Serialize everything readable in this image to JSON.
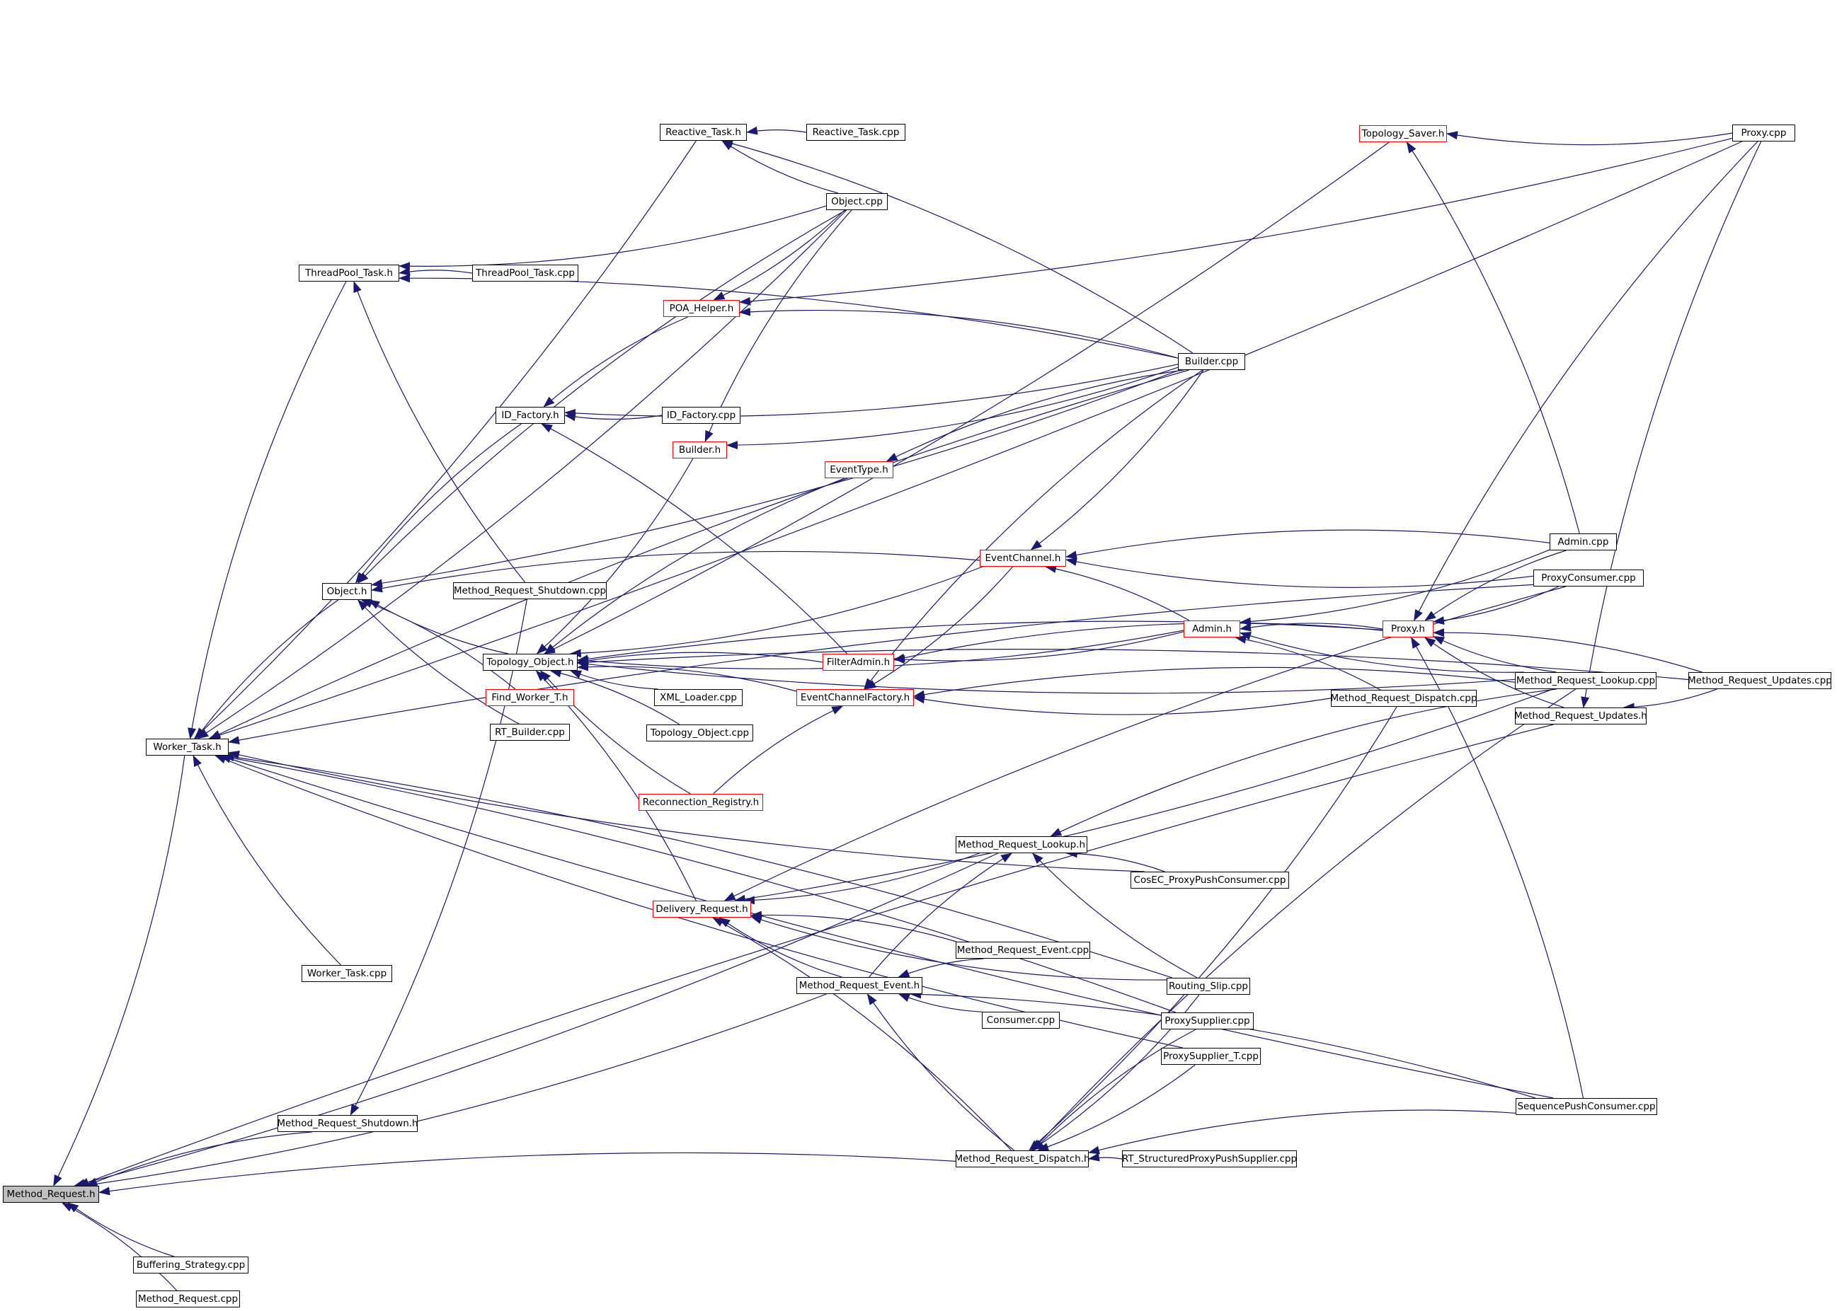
{
  "colors": {
    "edge": "#191970",
    "node_border": "#000000",
    "incomplete_border": "#ff0000",
    "root_fill": "#bfbfbf"
  },
  "nodes": [
    {
      "id": "method_request_h",
      "label": "Method_Request.h",
      "style": "root"
    },
    {
      "id": "buffering_strategy_cpp",
      "label": "Buffering_Strategy.cpp",
      "style": "normal"
    },
    {
      "id": "method_request_cpp",
      "label": "Method_Request.cpp",
      "style": "normal"
    },
    {
      "id": "worker_task_h",
      "label": "Worker_Task.h",
      "style": "normal"
    },
    {
      "id": "worker_task_cpp",
      "label": "Worker_Task.cpp",
      "style": "normal"
    },
    {
      "id": "method_request_shutdown_h",
      "label": "Method_Request_Shutdown.h",
      "style": "normal"
    },
    {
      "id": "method_request_shutdown_cpp",
      "label": "Method_Request_Shutdown.cpp",
      "style": "normal"
    },
    {
      "id": "threadpool_task_h",
      "label": "ThreadPool_Task.h",
      "style": "normal"
    },
    {
      "id": "threadpool_task_cpp",
      "label": "ThreadPool_Task.cpp",
      "style": "normal"
    },
    {
      "id": "reactive_task_h",
      "label": "Reactive_Task.h",
      "style": "normal"
    },
    {
      "id": "reactive_task_cpp",
      "label": "Reactive_Task.cpp",
      "style": "normal"
    },
    {
      "id": "object_cpp",
      "label": "Object.cpp",
      "style": "normal"
    },
    {
      "id": "object_h",
      "label": "Object.h",
      "style": "normal"
    },
    {
      "id": "id_factory_h",
      "label": "ID_Factory.h",
      "style": "normal"
    },
    {
      "id": "id_factory_cpp",
      "label": "ID_Factory.cpp",
      "style": "normal"
    },
    {
      "id": "poa_helper_h",
      "label": "POA_Helper.h",
      "style": "red"
    },
    {
      "id": "builder_h",
      "label": "Builder.h",
      "style": "red"
    },
    {
      "id": "builder_cpp",
      "label": "Builder.cpp",
      "style": "normal"
    },
    {
      "id": "eventtype_h",
      "label": "EventType.h",
      "style": "red"
    },
    {
      "id": "topology_saver_h",
      "label": "Topology_Saver.h",
      "style": "red"
    },
    {
      "id": "proxy_cpp",
      "label": "Proxy.cpp",
      "style": "normal"
    },
    {
      "id": "topology_object_h",
      "label": "Topology_Object.h",
      "style": "normal"
    },
    {
      "id": "find_worker_t_h",
      "label": "Find_Worker_T.h",
      "style": "red"
    },
    {
      "id": "rt_builder_cpp",
      "label": "RT_Builder.cpp",
      "style": "normal"
    },
    {
      "id": "xml_loader_cpp",
      "label": "XML_Loader.cpp",
      "style": "normal"
    },
    {
      "id": "topology_object_cpp",
      "label": "Topology_Object.cpp",
      "style": "normal"
    },
    {
      "id": "reconnection_registry_h",
      "label": "Reconnection_Registry.h",
      "style": "red"
    },
    {
      "id": "eventchannel_h",
      "label": "EventChannel.h",
      "style": "red"
    },
    {
      "id": "eventchannelfactory_h",
      "label": "EventChannelFactory.h",
      "style": "red"
    },
    {
      "id": "filteradmin_h",
      "label": "FilterAdmin.h",
      "style": "red"
    },
    {
      "id": "admin_h",
      "label": "Admin.h",
      "style": "red"
    },
    {
      "id": "proxy_h",
      "label": "Proxy.h",
      "style": "red"
    },
    {
      "id": "admin_cpp",
      "label": "Admin.cpp",
      "style": "normal"
    },
    {
      "id": "proxyconsumer_cpp",
      "label": "ProxyConsumer.cpp",
      "style": "normal"
    },
    {
      "id": "method_request_lookup_cpp",
      "label": "Method_Request_Lookup.cpp",
      "style": "normal"
    },
    {
      "id": "method_request_updates_cpp",
      "label": "Method_Request_Updates.cpp",
      "style": "normal"
    },
    {
      "id": "method_request_updates_h",
      "label": "Method_Request_Updates.h",
      "style": "normal"
    },
    {
      "id": "method_request_dispatch_cpp",
      "label": "Method_Request_Dispatch.cpp",
      "style": "normal"
    },
    {
      "id": "method_request_lookup_h",
      "label": "Method_Request_Lookup.h",
      "style": "normal"
    },
    {
      "id": "cosec_proxypushconsumer_cpp",
      "label": "CosEC_ProxyPushConsumer.cpp",
      "style": "normal"
    },
    {
      "id": "delivery_request_h",
      "label": "Delivery_Request.h",
      "style": "red"
    },
    {
      "id": "method_request_event_cpp",
      "label": "Method_Request_Event.cpp",
      "style": "normal"
    },
    {
      "id": "method_request_event_h",
      "label": "Method_Request_Event.h",
      "style": "normal"
    },
    {
      "id": "consumer_cpp",
      "label": "Consumer.cpp",
      "style": "normal"
    },
    {
      "id": "routing_slip_cpp",
      "label": "Routing_Slip.cpp",
      "style": "normal"
    },
    {
      "id": "proxysupplier_cpp",
      "label": "ProxySupplier.cpp",
      "style": "normal"
    },
    {
      "id": "proxysupplier_t_cpp",
      "label": "ProxySupplier_T.cpp",
      "style": "normal"
    },
    {
      "id": "sequencepushconsumer_cpp",
      "label": "SequencePushConsumer.cpp",
      "style": "normal"
    },
    {
      "id": "method_request_dispatch_h",
      "label": "Method_Request_Dispatch.h",
      "style": "normal"
    },
    {
      "id": "rt_structuredproxypushsupplier_cpp",
      "label": "RT_StructuredProxyPushSupplier.cpp",
      "style": "normal"
    }
  ],
  "edges": [
    [
      "method_request_h",
      "buffering_strategy_cpp"
    ],
    [
      "method_request_h",
      "method_request_cpp"
    ],
    [
      "method_request_h",
      "worker_task_h"
    ],
    [
      "method_request_h",
      "method_request_shutdown_h"
    ],
    [
      "method_request_h",
      "method_request_event_h"
    ],
    [
      "method_request_h",
      "method_request_dispatch_h"
    ],
    [
      "method_request_h",
      "method_request_lookup_h"
    ],
    [
      "method_request_h",
      "method_request_updates_h"
    ],
    [
      "worker_task_h",
      "worker_task_cpp"
    ],
    [
      "worker_task_h",
      "threadpool_task_h"
    ],
    [
      "worker_task_h",
      "reactive_task_h"
    ],
    [
      "worker_task_h",
      "object_h"
    ],
    [
      "worker_task_h",
      "object_cpp"
    ],
    [
      "worker_task_h",
      "builder_cpp"
    ],
    [
      "worker_task_h",
      "proxy_cpp"
    ],
    [
      "worker_task_h",
      "proxyconsumer_cpp"
    ],
    [
      "worker_task_h",
      "cosec_proxypushconsumer_cpp"
    ],
    [
      "worker_task_h",
      "proxysupplier_cpp"
    ],
    [
      "worker_task_h",
      "proxysupplier_t_cpp"
    ],
    [
      "worker_task_h",
      "routing_slip_cpp"
    ],
    [
      "worker_task_h",
      "sequencepushconsumer_cpp"
    ],
    [
      "threadpool_task_h",
      "threadpool_task_cpp"
    ],
    [
      "threadpool_task_h",
      "object_cpp"
    ],
    [
      "threadpool_task_h",
      "builder_cpp"
    ],
    [
      "threadpool_task_h",
      "method_request_shutdown_cpp"
    ],
    [
      "reactive_task_h",
      "reactive_task_cpp"
    ],
    [
      "reactive_task_h",
      "object_cpp"
    ],
    [
      "reactive_task_h",
      "builder_cpp"
    ],
    [
      "method_request_shutdown_h",
      "method_request_shutdown_cpp"
    ],
    [
      "object_h",
      "id_factory_h"
    ],
    [
      "object_h",
      "topology_object_h"
    ],
    [
      "object_h",
      "find_worker_t_h"
    ],
    [
      "object_h",
      "rt_builder_cpp"
    ],
    [
      "object_h",
      "object_cpp"
    ],
    [
      "object_h",
      "builder_cpp"
    ],
    [
      "object_h",
      "eventchannel_h"
    ],
    [
      "id_factory_h",
      "id_factory_cpp"
    ],
    [
      "id_factory_h",
      "poa_helper_h"
    ],
    [
      "id_factory_h",
      "builder_cpp"
    ],
    [
      "id_factory_h",
      "filteradmin_h"
    ],
    [
      "poa_helper_h",
      "object_cpp"
    ],
    [
      "poa_helper_h",
      "builder_cpp"
    ],
    [
      "poa_helper_h",
      "proxy_cpp"
    ],
    [
      "builder_h",
      "object_cpp"
    ],
    [
      "builder_h",
      "builder_cpp"
    ],
    [
      "eventtype_h",
      "builder_cpp"
    ],
    [
      "topology_saver_h",
      "proxy_cpp"
    ],
    [
      "topology_saver_h",
      "admin_cpp"
    ],
    [
      "topology_object_h",
      "xml_loader_cpp"
    ],
    [
      "topology_object_h",
      "topology_object_cpp"
    ],
    [
      "topology_object_h",
      "reconnection_registry_h"
    ],
    [
      "topology_object_h",
      "delivery_request_h"
    ],
    [
      "topology_object_h",
      "eventchannel_h"
    ],
    [
      "topology_object_h",
      "eventchannelfactory_h"
    ],
    [
      "topology_object_h",
      "builder_h"
    ],
    [
      "topology_object_h",
      "eventtype_h"
    ],
    [
      "topology_object_h",
      "topology_saver_h"
    ],
    [
      "topology_object_h",
      "filteradmin_h"
    ],
    [
      "topology_object_h",
      "admin_h"
    ],
    [
      "topology_object_h",
      "proxy_h"
    ],
    [
      "topology_object_h",
      "method_request_lookup_cpp"
    ],
    [
      "topology_object_h",
      "method_request_updates_cpp"
    ],
    [
      "eventchannel_h",
      "builder_cpp"
    ],
    [
      "eventchannel_h",
      "admin_cpp"
    ],
    [
      "eventchannel_h",
      "proxyconsumer_cpp"
    ],
    [
      "eventchannel_h",
      "admin_h"
    ],
    [
      "eventchannelfactory_h",
      "method_request_dispatch_cpp"
    ],
    [
      "eventchannelfactory_h",
      "method_request_lookup_cpp"
    ],
    [
      "eventchannelfactory_h",
      "eventchannel_h"
    ],
    [
      "eventchannelfactory_h",
      "builder_cpp"
    ],
    [
      "eventchannelfactory_h",
      "reconnection_registry_h"
    ],
    [
      "filteradmin_h",
      "proxy_h"
    ],
    [
      "filteradmin_h",
      "admin_h"
    ],
    [
      "admin_h",
      "proxy_h"
    ],
    [
      "admin_h",
      "admin_cpp"
    ],
    [
      "admin_h",
      "method_request_dispatch_cpp"
    ],
    [
      "admin_h",
      "method_request_lookup_cpp"
    ],
    [
      "proxy_h",
      "admin_cpp"
    ],
    [
      "proxy_h",
      "proxyconsumer_cpp"
    ],
    [
      "proxy_h",
      "proxy_cpp"
    ],
    [
      "proxy_h",
      "method_request_lookup_cpp"
    ],
    [
      "proxy_h",
      "method_request_updates_cpp"
    ],
    [
      "proxy_h",
      "method_request_updates_h"
    ],
    [
      "proxy_h",
      "sequencepushconsumer_cpp"
    ],
    [
      "method_request_updates_h",
      "method_request_updates_cpp"
    ],
    [
      "method_request_updates_h",
      "proxy_cpp"
    ],
    [
      "delivery_request_h",
      "method_request_lookup_h"
    ],
    [
      "delivery_request_h",
      "method_request_event_cpp"
    ],
    [
      "delivery_request_h",
      "method_request_event_h"
    ],
    [
      "delivery_request_h",
      "method_request_dispatch_h"
    ],
    [
      "delivery_request_h",
      "routing_slip_cpp"
    ],
    [
      "delivery_request_h",
      "proxyconsumer_cpp"
    ],
    [
      "delivery_request_h",
      "method_request_lookup_cpp"
    ],
    [
      "method_request_lookup_h",
      "cosec_proxypushconsumer_cpp"
    ],
    [
      "method_request_lookup_h",
      "routing_slip_cpp"
    ],
    [
      "method_request_lookup_h",
      "method_request_lookup_cpp"
    ],
    [
      "method_request_lookup_h",
      "method_request_event_h"
    ],
    [
      "method_request_event_h",
      "method_request_event_cpp"
    ],
    [
      "method_request_event_h",
      "consumer_cpp"
    ],
    [
      "method_request_event_h",
      "sequencepushconsumer_cpp"
    ],
    [
      "method_request_event_h",
      "method_request_dispatch_h"
    ],
    [
      "method_request_dispatch_h",
      "rt_structuredproxypushsupplier_cpp"
    ],
    [
      "method_request_dispatch_h",
      "routing_slip_cpp"
    ],
    [
      "method_request_dispatch_h",
      "proxysupplier_cpp"
    ],
    [
      "method_request_dispatch_h",
      "proxysupplier_t_cpp"
    ],
    [
      "method_request_dispatch_h",
      "sequencepushconsumer_cpp"
    ],
    [
      "method_request_dispatch_h",
      "method_request_dispatch_cpp"
    ],
    [
      "method_request_dispatch_h",
      "method_request_lookup_cpp"
    ]
  ]
}
